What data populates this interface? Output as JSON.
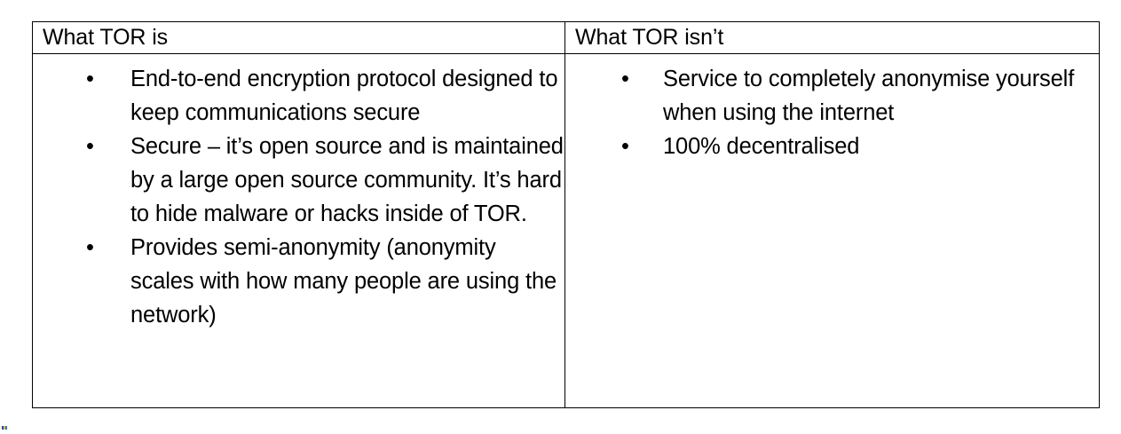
{
  "document": {
    "type": "two-column comparison table",
    "background_color": "#ffffff",
    "text_color": "#000000",
    "border_color": "#000000"
  },
  "table": {
    "columns": [
      {
        "header": "What TOR is",
        "bullets": [
          "End-to-end encryption protocol designed to keep communications secure",
          "Secure – it’s open source and is maintained by a large open source community. It’s hard to hide malware or hacks inside of TOR.",
          "Provides semi-anonymity (anonymity scales with how many people are using the network)"
        ]
      },
      {
        "header": "What TOR isn’t",
        "bullets": [
          "Service to completely anonymise yourself when using the internet",
          "100% decentralised"
        ]
      }
    ],
    "bullet_glyph": "•"
  }
}
